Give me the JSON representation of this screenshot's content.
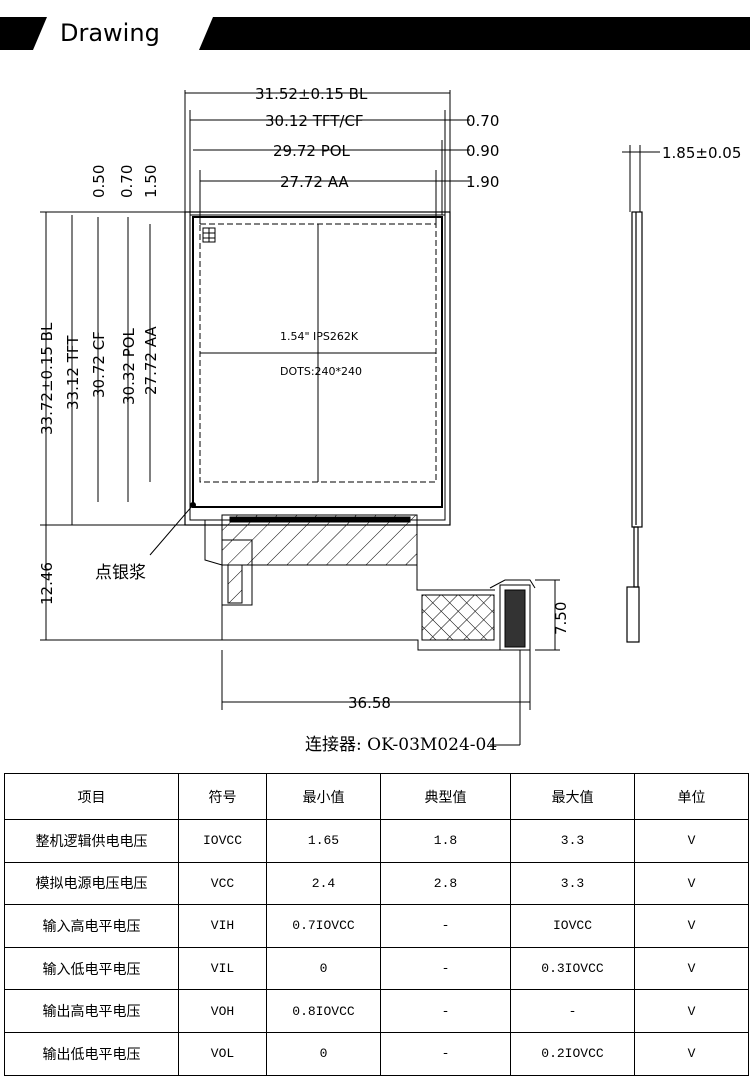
{
  "header": {
    "title": "Drawing"
  },
  "drawing": {
    "dims_top": [
      "31.52±0.15 BL",
      "30.12 TFT/CF",
      "29.72 POL",
      "27.72 AA"
    ],
    "dims_top_right": [
      "0.70",
      "0.90",
      "1.90"
    ],
    "dims_left_vertical": [
      "33.72±0.15 BL",
      "33.12 TFT",
      "30.72 CF",
      "30.32 POL",
      "27.72 AA"
    ],
    "dims_left_small": [
      "0.50",
      "0.70",
      "1.50"
    ],
    "dim_left_bottom": "12.46",
    "dim_bottom": "36.58",
    "dim_right": "7.50",
    "side_thickness": "1.85±0.05",
    "panel_size": "1.54\" IPS262K",
    "panel_dots": "DOTS:240*240",
    "silver_label": "点银浆",
    "connector_label": "连接器: OK-03M024-04"
  },
  "table": {
    "headers": [
      "项目",
      "符号",
      "最小值",
      "典型值",
      "最大值",
      "单位"
    ],
    "rows": [
      [
        "整机逻辑供电电压",
        "IOVCC",
        "1.65",
        "1.8",
        "3.3",
        "V"
      ],
      [
        "模拟电源电压电压",
        "VCC",
        "2.4",
        "2.8",
        "3.3",
        "V"
      ],
      [
        "输入高电平电压",
        "VIH",
        "0.7IOVCC",
        "-",
        "IOVCC",
        "V"
      ],
      [
        "输入低电平电压",
        "VIL",
        "0",
        "-",
        "0.3IOVCC",
        "V"
      ],
      [
        "输出高电平电压",
        "VOH",
        "0.8IOVCC",
        "-",
        "-",
        "V"
      ],
      [
        "输出低电平电压",
        "VOL",
        "0",
        "-",
        "0.2IOVCC",
        "V"
      ]
    ]
  }
}
